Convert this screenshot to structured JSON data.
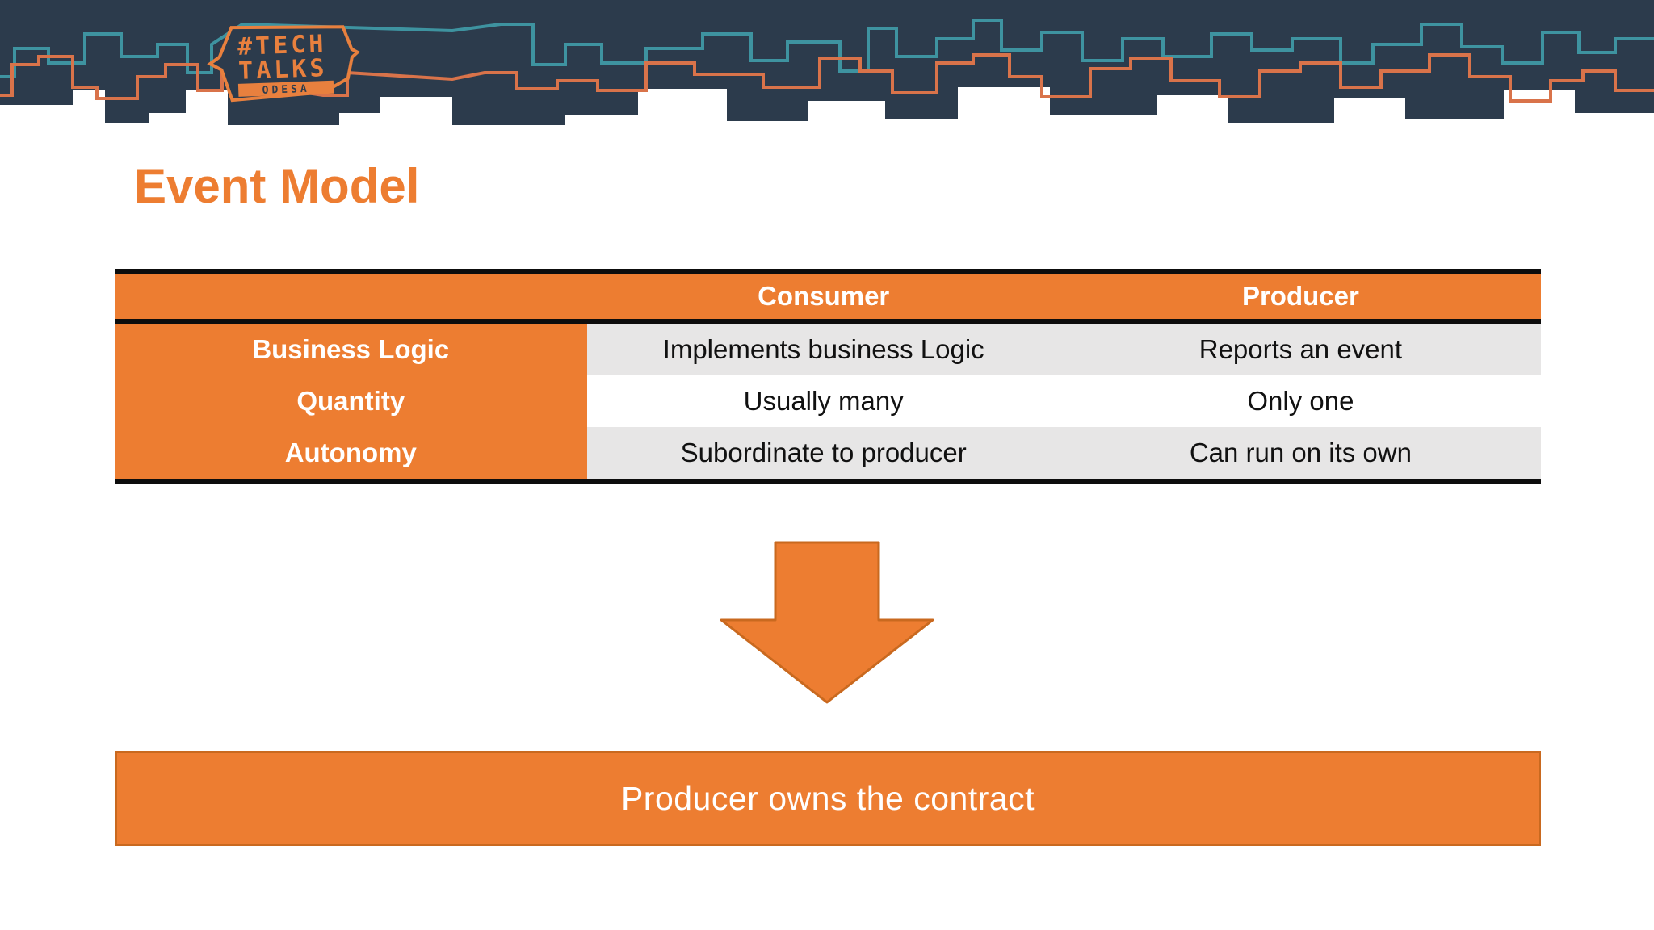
{
  "slide": {
    "title": "Event Model",
    "background_color": "#ffffff",
    "accent_orange": "#ED7D31",
    "accent_orange_dark": "#C9691F"
  },
  "header": {
    "background_color": "#2C3B4C",
    "teal_line_color": "#3E93A0",
    "orange_line_color": "#D9734A",
    "logo": {
      "line1": "#TECH",
      "line2": "TALKS",
      "line3": "ODESA"
    }
  },
  "table": {
    "column_headers": [
      "",
      "Consumer",
      "Producer"
    ],
    "header_bg": "#ED7D31",
    "stripe_gray": "#E7E6E6",
    "rows": [
      {
        "label": "Business Logic",
        "consumer": "Implements business Logic",
        "producer": "Reports an event"
      },
      {
        "label": "Quantity",
        "consumer": "Usually many",
        "producer": "Only one"
      },
      {
        "label": "Autonomy",
        "consumer": "Subordinate to producer",
        "producer": "Can run on its own"
      }
    ]
  },
  "arrow": {
    "direction": "down",
    "fill": "#ED7D31",
    "stroke": "#C9691F"
  },
  "banner": {
    "text": "Producer owns the contract",
    "bg": "#ED7D31"
  }
}
